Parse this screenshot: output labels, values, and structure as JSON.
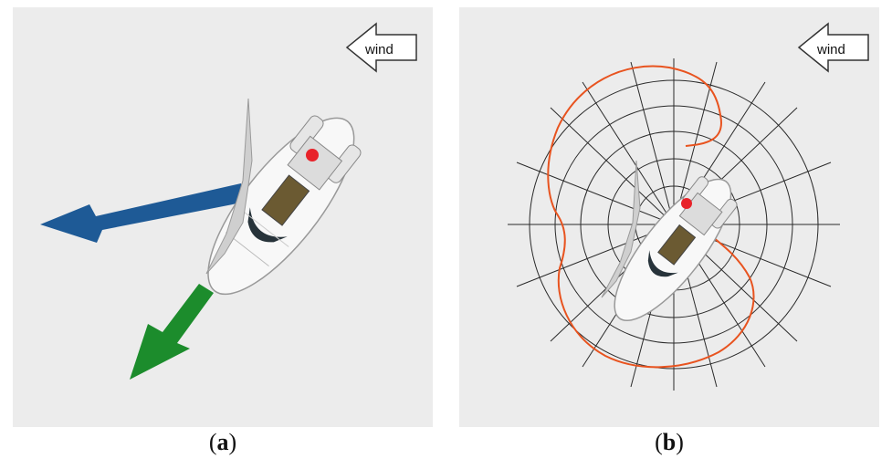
{
  "panel_a": {
    "caption_open": "(",
    "caption_letter": "a",
    "caption_close": ")",
    "wind_label": "wind",
    "colors": {
      "background": "#ececec",
      "blue_arrow": "#1e5a96",
      "green_arrow": "#1c8c2c",
      "boat": "#f7f7f7",
      "marker": "#e8232a"
    }
  },
  "panel_b": {
    "caption_open": "(",
    "caption_letter": "b",
    "caption_close": ")",
    "wind_label": "wind",
    "colors": {
      "background": "#ececec",
      "polar_grid": "#2a2a2a",
      "polar_curve": "#e8531f",
      "boat": "#f7f7f7",
      "marker": "#e8232a"
    }
  }
}
